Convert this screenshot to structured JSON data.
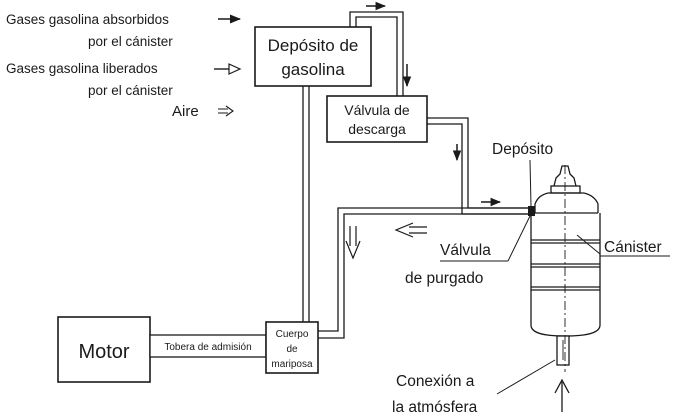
{
  "legend": {
    "absorbed_line1": "Gases gasolina absorbidos",
    "absorbed_line2": "por el cánister",
    "released_line1": "Gases gasolina liberados",
    "released_line2": "por el cánister",
    "air": "Aire"
  },
  "tank": {
    "line1": "Depósito de",
    "line2": "gasolina"
  },
  "discharge_valve": {
    "line1": "Válvula de",
    "line2": "descarga"
  },
  "canister_labels": {
    "reservoir": "Depósito",
    "canister": "Cánister",
    "purge_line1": "Válvula",
    "purge_line2": "de purgado",
    "atmosphere_line1": "Conexión a",
    "atmosphere_line2": "la atmósfera"
  },
  "engine": {
    "motor": "Motor",
    "intake": "Tobera de admisión",
    "throttle_line1": "Cuerpo",
    "throttle_line2": "de",
    "throttle_line3": "mariposa"
  }
}
